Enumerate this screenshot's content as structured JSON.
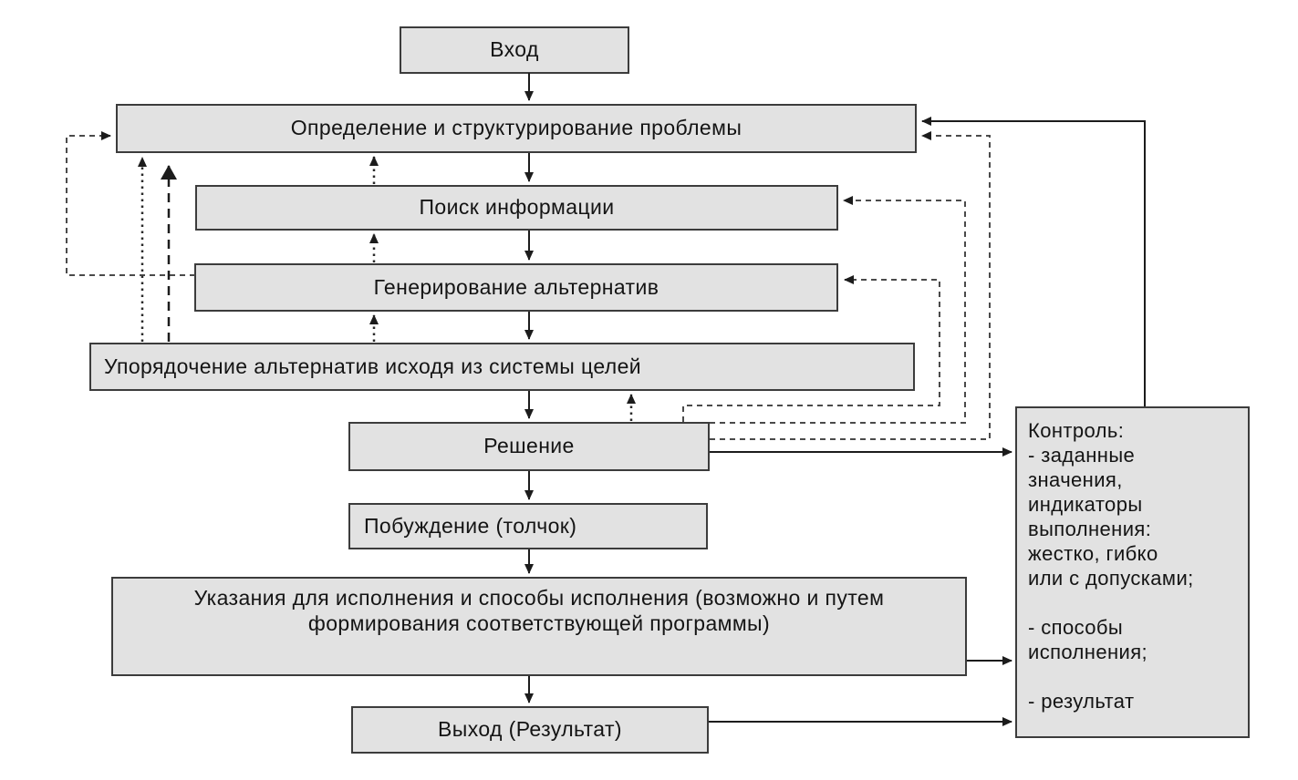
{
  "nodes": {
    "input": {
      "label": "Вход"
    },
    "problem": {
      "label": "Определение и структурирование проблемы"
    },
    "search": {
      "label": "Поиск информации"
    },
    "generate": {
      "label": "Генерирование альтернатив"
    },
    "order": {
      "label": "Упорядочение альтернатив исходя из системы целей"
    },
    "decision": {
      "label": "Решение"
    },
    "impulse": {
      "label": "Побуждение (толчок)"
    },
    "instructions": {
      "label": "Указания для исполнения и способы исполнения (возможно и путем\nформирования соответствующей программы)"
    },
    "output": {
      "label": "Выход (Результат)"
    },
    "control": {
      "label": "Контроль:\n- заданные\nзначения,\nиндикаторы\nвыполнения:\nжестко, гибко\nили с допусками;\n\n- способы\nисполнения;\n\n- результат"
    }
  },
  "colors": {
    "node_fill": "#e2e2e2",
    "node_border": "#3c3c3c",
    "solid_line": "#1c1c1c",
    "dashed_line": "#4a4a4a",
    "background": "#ffffff"
  }
}
